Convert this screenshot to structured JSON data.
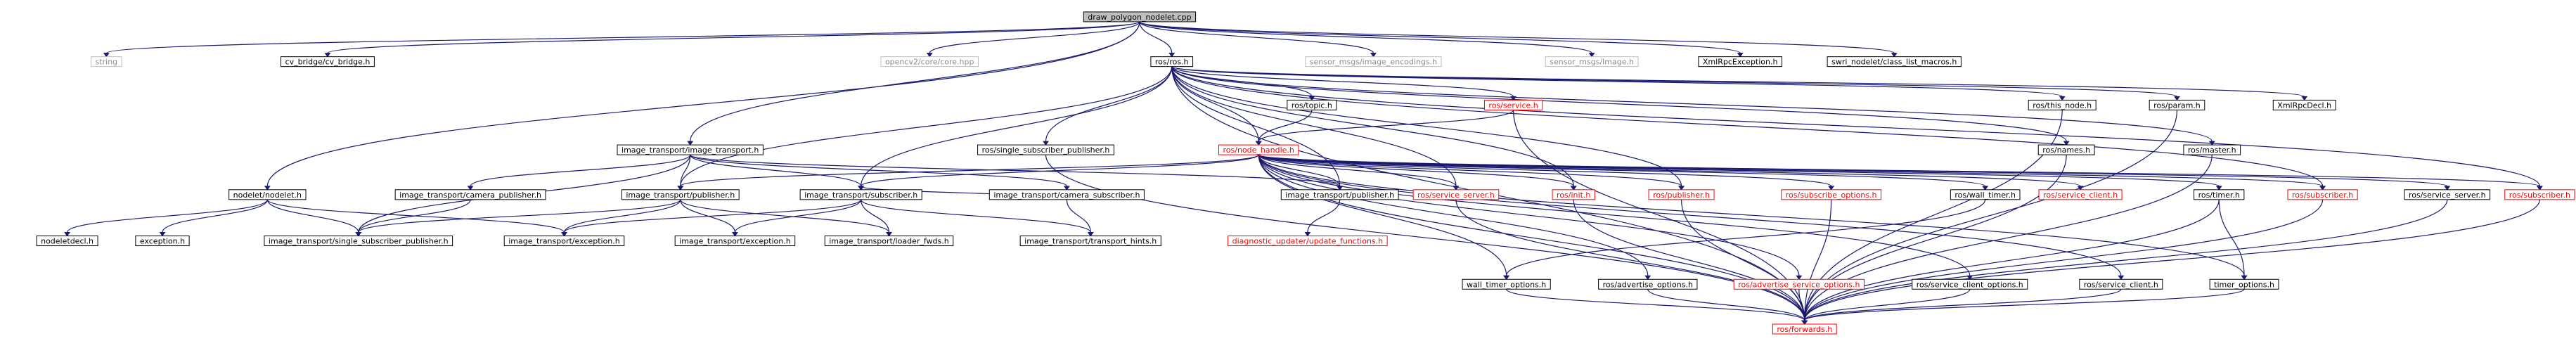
{
  "root": "n0",
  "colors": {
    "edge": "#191970",
    "root_fill": "#bfbfbf",
    "external": "#bfbfbf",
    "truncated": "#ff0000",
    "normal": "#000000"
  },
  "nodes": [
    {
      "id": "n0",
      "label": "draw_polygon_nodelet.cpp",
      "style": "root"
    },
    {
      "id": "n1",
      "label": "string",
      "style": "gray"
    },
    {
      "id": "n2",
      "label": "cv_bridge/cv_bridge.h",
      "style": "normal"
    },
    {
      "id": "n3",
      "label": "opencv2/core/core.hpp",
      "style": "gray"
    },
    {
      "id": "n4",
      "label": "ros/ros.h",
      "style": "normal"
    },
    {
      "id": "n5",
      "label": "sensor_msgs/image_encodings.h",
      "style": "gray"
    },
    {
      "id": "n6",
      "label": "sensor_msgs/Image.h",
      "style": "gray"
    },
    {
      "id": "n7",
      "label": "XmlRpcException.h",
      "style": "normal"
    },
    {
      "id": "n8",
      "label": "swri_nodelet/class_list_macros.h",
      "style": "normal"
    },
    {
      "id": "n9",
      "label": "ros/this_node.h",
      "style": "normal"
    },
    {
      "id": "n10",
      "label": "ros/param.h",
      "style": "normal"
    },
    {
      "id": "n11",
      "label": "XmlRpcDecl.h",
      "style": "normal"
    },
    {
      "id": "n12",
      "label": "ros/topic.h",
      "style": "normal"
    },
    {
      "id": "n13",
      "label": "ros/service.h",
      "style": "red"
    },
    {
      "id": "n14",
      "label": "image_transport/image_transport.h",
      "style": "normal"
    },
    {
      "id": "n15",
      "label": "ros/single_subscriber_publisher.h",
      "style": "normal"
    },
    {
      "id": "n16",
      "label": "ros/node_handle.h",
      "style": "red"
    },
    {
      "id": "n17",
      "label": "ros/names.h",
      "style": "normal"
    },
    {
      "id": "n18",
      "label": "ros/master.h",
      "style": "normal"
    },
    {
      "id": "n19",
      "label": "nodelet/nodelet.h",
      "style": "normal"
    },
    {
      "id": "n20",
      "label": "image_transport/camera_publisher.h",
      "style": "normal"
    },
    {
      "id": "n21",
      "label": "image_transport/publisher.h",
      "style": "normal"
    },
    {
      "id": "n22",
      "label": "image_transport/subscriber.h",
      "style": "normal"
    },
    {
      "id": "n23",
      "label": "image_transport/camera_subscriber.h",
      "style": "normal"
    },
    {
      "id": "n24",
      "label": "image_transport/publisher.h",
      "style": "normal"
    },
    {
      "id": "n25",
      "label": "ros/service_server.h",
      "style": "red"
    },
    {
      "id": "n26",
      "label": "ros/init.h",
      "style": "red"
    },
    {
      "id": "n27",
      "label": "ros/publisher.h",
      "style": "red"
    },
    {
      "id": "n28",
      "label": "ros/subscribe_options.h",
      "style": "red"
    },
    {
      "id": "n29",
      "label": "ros/wall_timer.h",
      "style": "normal"
    },
    {
      "id": "n30",
      "label": "ros/service_client.h",
      "style": "red"
    },
    {
      "id": "n31",
      "label": "ros/timer.h",
      "style": "normal"
    },
    {
      "id": "n32",
      "label": "ros/subscriber.h",
      "style": "red"
    },
    {
      "id": "n33",
      "label": "ros/service_server.h",
      "style": "normal"
    },
    {
      "id": "n34",
      "label": "ros/subscriber.h",
      "style": "red"
    },
    {
      "id": "n35",
      "label": "nodeletdecl.h",
      "style": "normal"
    },
    {
      "id": "n36",
      "label": "exception.h",
      "style": "normal"
    },
    {
      "id": "n37",
      "label": "image_transport/single_subscriber_publisher.h",
      "style": "normal"
    },
    {
      "id": "n38",
      "label": "image_transport/exception.h",
      "style": "normal"
    },
    {
      "id": "n39",
      "label": "image_transport/exception.h",
      "style": "normal"
    },
    {
      "id": "n40",
      "label": "image_transport/loader_fwds.h",
      "style": "normal"
    },
    {
      "id": "n41",
      "label": "image_transport/transport_hints.h",
      "style": "normal"
    },
    {
      "id": "n42",
      "label": "diagnostic_updater/update_functions.h",
      "style": "red"
    },
    {
      "id": "n43",
      "label": "wall_timer_options.h",
      "style": "normal"
    },
    {
      "id": "n44",
      "label": "ros/advertise_options.h",
      "style": "normal"
    },
    {
      "id": "n45",
      "label": "ros/advertise_service_options.h",
      "style": "red"
    },
    {
      "id": "n46",
      "label": "ros/service_client_options.h",
      "style": "normal"
    },
    {
      "id": "n47",
      "label": "ros/service_client.h",
      "style": "normal"
    },
    {
      "id": "n48",
      "label": "timer_options.h",
      "style": "normal"
    },
    {
      "id": "n49",
      "label": "ros/forwards.h",
      "style": "red"
    }
  ],
  "edges": [
    [
      "n0",
      "n1"
    ],
    [
      "n0",
      "n2"
    ],
    [
      "n0",
      "n3"
    ],
    [
      "n0",
      "n4"
    ],
    [
      "n0",
      "n5"
    ],
    [
      "n0",
      "n6"
    ],
    [
      "n0",
      "n7"
    ],
    [
      "n0",
      "n8"
    ],
    [
      "n0",
      "n14"
    ],
    [
      "n0",
      "n19"
    ],
    [
      "n4",
      "n9"
    ],
    [
      "n4",
      "n10"
    ],
    [
      "n4",
      "n11"
    ],
    [
      "n4",
      "n12"
    ],
    [
      "n4",
      "n13"
    ],
    [
      "n4",
      "n15"
    ],
    [
      "n4",
      "n16"
    ],
    [
      "n4",
      "n17"
    ],
    [
      "n4",
      "n18"
    ],
    [
      "n4",
      "n21"
    ],
    [
      "n4",
      "n22"
    ],
    [
      "n4",
      "n24"
    ],
    [
      "n4",
      "n25"
    ],
    [
      "n4",
      "n26"
    ],
    [
      "n4",
      "n27"
    ],
    [
      "n4",
      "n32"
    ],
    [
      "n4",
      "n34"
    ],
    [
      "n4",
      "n49"
    ],
    [
      "n12",
      "n16"
    ],
    [
      "n13",
      "n16"
    ],
    [
      "n13",
      "n49"
    ],
    [
      "n10",
      "n49"
    ],
    [
      "n9",
      "n49"
    ],
    [
      "n17",
      "n49"
    ],
    [
      "n18",
      "n49"
    ],
    [
      "n14",
      "n20"
    ],
    [
      "n14",
      "n21"
    ],
    [
      "n14",
      "n22"
    ],
    [
      "n14",
      "n23"
    ],
    [
      "n14",
      "n24"
    ],
    [
      "n14",
      "n37"
    ],
    [
      "n15",
      "n49"
    ],
    [
      "n16",
      "n21"
    ],
    [
      "n16",
      "n22"
    ],
    [
      "n16",
      "n24"
    ],
    [
      "n16",
      "n25"
    ],
    [
      "n16",
      "n26"
    ],
    [
      "n16",
      "n27"
    ],
    [
      "n16",
      "n28"
    ],
    [
      "n16",
      "n29"
    ],
    [
      "n16",
      "n30"
    ],
    [
      "n16",
      "n31"
    ],
    [
      "n16",
      "n32"
    ],
    [
      "n16",
      "n33"
    ],
    [
      "n16",
      "n34"
    ],
    [
      "n16",
      "n43"
    ],
    [
      "n16",
      "n44"
    ],
    [
      "n16",
      "n45"
    ],
    [
      "n16",
      "n46"
    ],
    [
      "n16",
      "n47"
    ],
    [
      "n16",
      "n48"
    ],
    [
      "n16",
      "n49"
    ],
    [
      "n19",
      "n35"
    ],
    [
      "n19",
      "n36"
    ],
    [
      "n19",
      "n37"
    ],
    [
      "n19",
      "n38"
    ],
    [
      "n20",
      "n37"
    ],
    [
      "n21",
      "n37"
    ],
    [
      "n21",
      "n38"
    ],
    [
      "n21",
      "n39"
    ],
    [
      "n21",
      "n40"
    ],
    [
      "n22",
      "n38"
    ],
    [
      "n22",
      "n39"
    ],
    [
      "n22",
      "n40"
    ],
    [
      "n22",
      "n41"
    ],
    [
      "n23",
      "n22"
    ],
    [
      "n23",
      "n41"
    ],
    [
      "n24",
      "n42"
    ],
    [
      "n25",
      "n49"
    ],
    [
      "n26",
      "n49"
    ],
    [
      "n27",
      "n49"
    ],
    [
      "n28",
      "n49"
    ],
    [
      "n29",
      "n43"
    ],
    [
      "n31",
      "n48"
    ],
    [
      "n31",
      "n49"
    ],
    [
      "n32",
      "n49"
    ],
    [
      "n33",
      "n49"
    ],
    [
      "n34",
      "n49"
    ],
    [
      "n44",
      "n49"
    ],
    [
      "n45",
      "n49"
    ],
    [
      "n46",
      "n49"
    ],
    [
      "n47",
      "n49"
    ],
    [
      "n48",
      "n49"
    ],
    [
      "n43",
      "n49"
    ]
  ]
}
